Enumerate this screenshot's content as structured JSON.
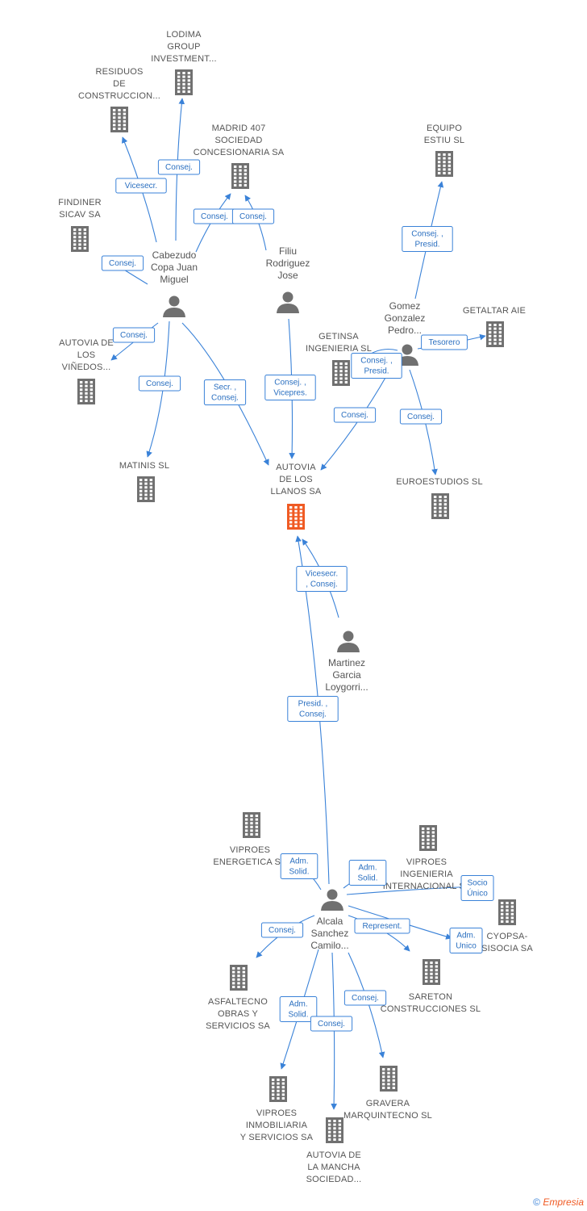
{
  "colors": {
    "edge": "#3a82d8",
    "node": "#707070",
    "main_node": "#f05a23"
  },
  "nodes": [
    {
      "id": "n1",
      "type": "company",
      "main": true,
      "label_lines": [
        "AUTOVIA",
        "DE LOS",
        "LLANOS SA"
      ]
    },
    {
      "id": "n2",
      "type": "company",
      "label_lines": [
        "LODIMA",
        "GROUP",
        "INVESTMENT..."
      ]
    },
    {
      "id": "n3",
      "type": "company",
      "label_lines": [
        "RESIDUOS",
        "DE",
        "CONSTRUCCION..."
      ]
    },
    {
      "id": "n4",
      "type": "company",
      "label_lines": [
        "MADRID 407",
        "SOCIEDAD",
        "CONCESIONARIA SA"
      ]
    },
    {
      "id": "n5",
      "type": "company",
      "label_lines": [
        "EQUIPO",
        "ESTIU SL"
      ]
    },
    {
      "id": "n6",
      "type": "company",
      "label_lines": [
        "FINDINER",
        "SICAV SA"
      ]
    },
    {
      "id": "n7",
      "type": "company",
      "label_lines": [
        "GETALTAR AIE"
      ]
    },
    {
      "id": "n8",
      "type": "company",
      "label_lines": [
        "AUTOVIA DE",
        "LOS",
        "VIÑEDOS..."
      ]
    },
    {
      "id": "n9",
      "type": "company",
      "label_lines": [
        "GETINSA",
        "INGENIERIA SL"
      ]
    },
    {
      "id": "n10",
      "type": "company",
      "label_lines": [
        "MATINIS SL"
      ]
    },
    {
      "id": "n11",
      "type": "company",
      "label_lines": [
        "EUROESTUDIOS SL"
      ]
    },
    {
      "id": "n12",
      "type": "company",
      "label_lines": [
        "VIPROES",
        "ENERGETICA SA"
      ]
    },
    {
      "id": "n13",
      "type": "company",
      "label_lines": [
        "VIPROES",
        "INGENIERIA",
        "INTERNACIONAL SL"
      ]
    },
    {
      "id": "n14",
      "type": "company",
      "label_lines": [
        "CYOPSA-",
        "SISOCIA SA"
      ]
    },
    {
      "id": "n15",
      "type": "company",
      "label_lines": [
        "ASFALTECNO",
        "OBRAS Y",
        "SERVICIOS SA"
      ]
    },
    {
      "id": "n16",
      "type": "company",
      "label_lines": [
        "SARETON",
        "CONSTRUCCIONES SL"
      ]
    },
    {
      "id": "n17",
      "type": "company",
      "label_lines": [
        "GRAVERA",
        "MARQUINTECNO SL"
      ]
    },
    {
      "id": "n18",
      "type": "company",
      "label_lines": [
        "VIPROES",
        "INMOBILIARIA",
        "Y SERVICIOS SA"
      ]
    },
    {
      "id": "n19",
      "type": "company",
      "label_lines": [
        "AUTOVIA DE",
        "LA MANCHA",
        "SOCIEDAD..."
      ]
    },
    {
      "id": "p1",
      "type": "person",
      "label_lines": [
        "Cabezudo",
        "Copa Juan",
        "Miguel"
      ]
    },
    {
      "id": "p2",
      "type": "person",
      "label_lines": [
        "Filiu",
        "Rodriguez",
        "Jose"
      ]
    },
    {
      "id": "p3",
      "type": "person",
      "label_lines": [
        "Gomez",
        "Gonzalez",
        "Pedro..."
      ]
    },
    {
      "id": "p4",
      "type": "person",
      "label_lines": [
        "Martinez",
        "Garcia",
        "Loygorri..."
      ]
    },
    {
      "id": "p5",
      "type": "person",
      "label_lines": [
        "Alcala",
        "Sanchez",
        "Camilo..."
      ]
    }
  ],
  "edges": [
    {
      "id": "e1",
      "from": "p1",
      "to": "n3",
      "label_lines": [
        "Vicesecr."
      ]
    },
    {
      "id": "e2",
      "from": "p1",
      "to": "n2",
      "label_lines": [
        "Consej."
      ]
    },
    {
      "id": "e3",
      "from": "p1",
      "to": "n4",
      "label_lines": [
        "Consej."
      ]
    },
    {
      "id": "e4",
      "from": "p2",
      "to": "n4",
      "label_lines": [
        "Consej."
      ]
    },
    {
      "id": "e5",
      "from": "p1",
      "to": "n6",
      "label_lines": [
        "Consej."
      ]
    },
    {
      "id": "e6",
      "from": "p1",
      "to": "n8",
      "label_lines": [
        "Consej."
      ]
    },
    {
      "id": "e7",
      "from": "p1",
      "to": "n10",
      "label_lines": [
        "Consej."
      ]
    },
    {
      "id": "e8",
      "from": "p1",
      "to": "n1",
      "label_lines": [
        "Secr. ,",
        "Consej."
      ]
    },
    {
      "id": "e9",
      "from": "p2",
      "to": "n1",
      "label_lines": [
        "Consej. ,",
        "Vicepres."
      ]
    },
    {
      "id": "e10",
      "from": "p3",
      "to": "n5",
      "label_lines": [
        "Consej. ,",
        "Presid."
      ]
    },
    {
      "id": "e11",
      "from": "p3",
      "to": "n7",
      "label_lines": [
        "Tesorero"
      ]
    },
    {
      "id": "e12",
      "from": "p3",
      "to": "n9",
      "label_lines": [
        "Consej. ,",
        "Presid."
      ]
    },
    {
      "id": "e13",
      "from": "p3",
      "to": "n1",
      "label_lines": [
        "Consej."
      ]
    },
    {
      "id": "e14",
      "from": "p3",
      "to": "n11",
      "label_lines": [
        "Consej."
      ]
    },
    {
      "id": "e15",
      "from": "p4",
      "to": "n1",
      "label_lines": [
        "Vicesecr.",
        ", Consej."
      ]
    },
    {
      "id": "e16",
      "from": "p5",
      "to": "n1",
      "label_lines": [
        "Presid. ,",
        "Consej."
      ]
    },
    {
      "id": "e17",
      "from": "p5",
      "to": "n12",
      "label_lines": [
        "Adm.",
        "Solid."
      ]
    },
    {
      "id": "e18",
      "from": "p5",
      "to": "n13",
      "label_lines": [
        "Adm.",
        "Solid."
      ]
    },
    {
      "id": "e19",
      "from": "p5",
      "to": "n14",
      "label_lines": [
        "Socio",
        "Único"
      ]
    },
    {
      "id": "e20",
      "from": "p5",
      "to": "n14",
      "label_lines": [
        "Adm.",
        "Unico"
      ]
    },
    {
      "id": "e21",
      "from": "p5",
      "to": "n15",
      "label_lines": [
        "Consej."
      ]
    },
    {
      "id": "e22",
      "from": "p5",
      "to": "n16",
      "label_lines": [
        "Represent."
      ]
    },
    {
      "id": "e23",
      "from": "p5",
      "to": "n18",
      "label_lines": [
        "Adm.",
        "Solid."
      ]
    },
    {
      "id": "e24",
      "from": "p5",
      "to": "n19",
      "label_lines": [
        "Consej."
      ]
    },
    {
      "id": "e25",
      "from": "p5",
      "to": "n17",
      "label_lines": [
        "Consej."
      ]
    }
  ],
  "footer": {
    "copyright": "©",
    "brand": "Empresia"
  }
}
